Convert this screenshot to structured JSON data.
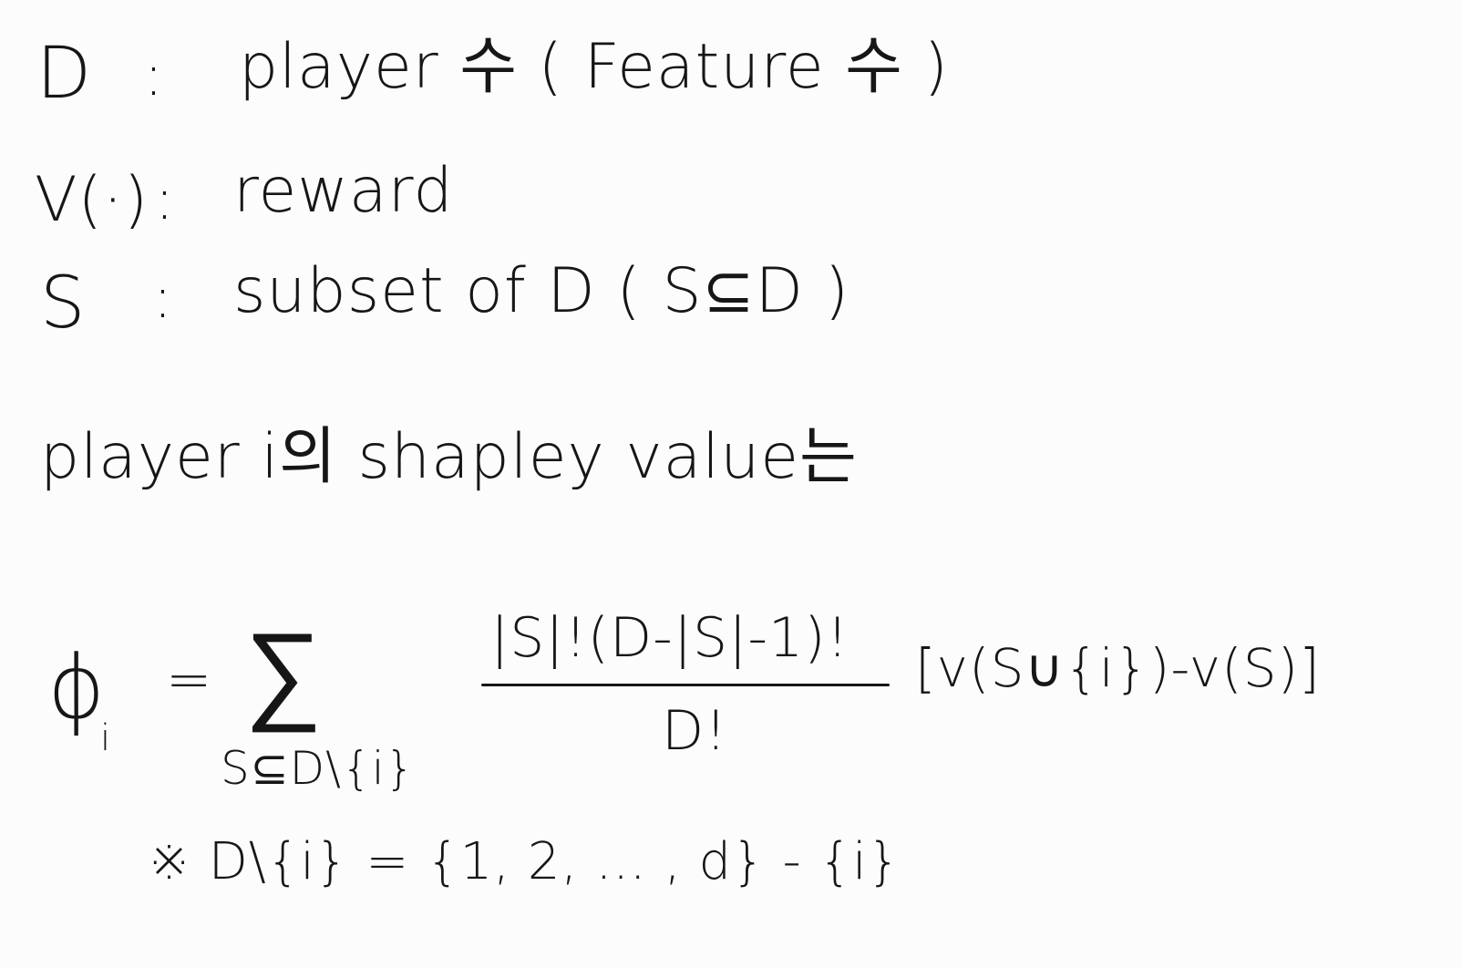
{
  "definitions": [
    {
      "symbol": "D",
      "colon": ":",
      "text": "player 수 ( Feature 수 )"
    },
    {
      "symbol": "V(·)",
      "colon": ":",
      "text": "reward"
    },
    {
      "symbol": "S",
      "colon": ":",
      "text": "subset of D ( S⊆D )"
    }
  ],
  "intro": "player i의 shapley value는",
  "formula": {
    "lhs": "ϕ",
    "lhs_subscript": "i",
    "equals": "=",
    "sum": "∑",
    "sum_subscript": "S⊆D\\{i}",
    "numerator": "|S|!(D-|S|-1)!",
    "denominator": "D!",
    "bracket": "[v(S∪{i})-v(S)]"
  },
  "note": "※ D\\{i} = {1, 2, … , d} - {i}"
}
